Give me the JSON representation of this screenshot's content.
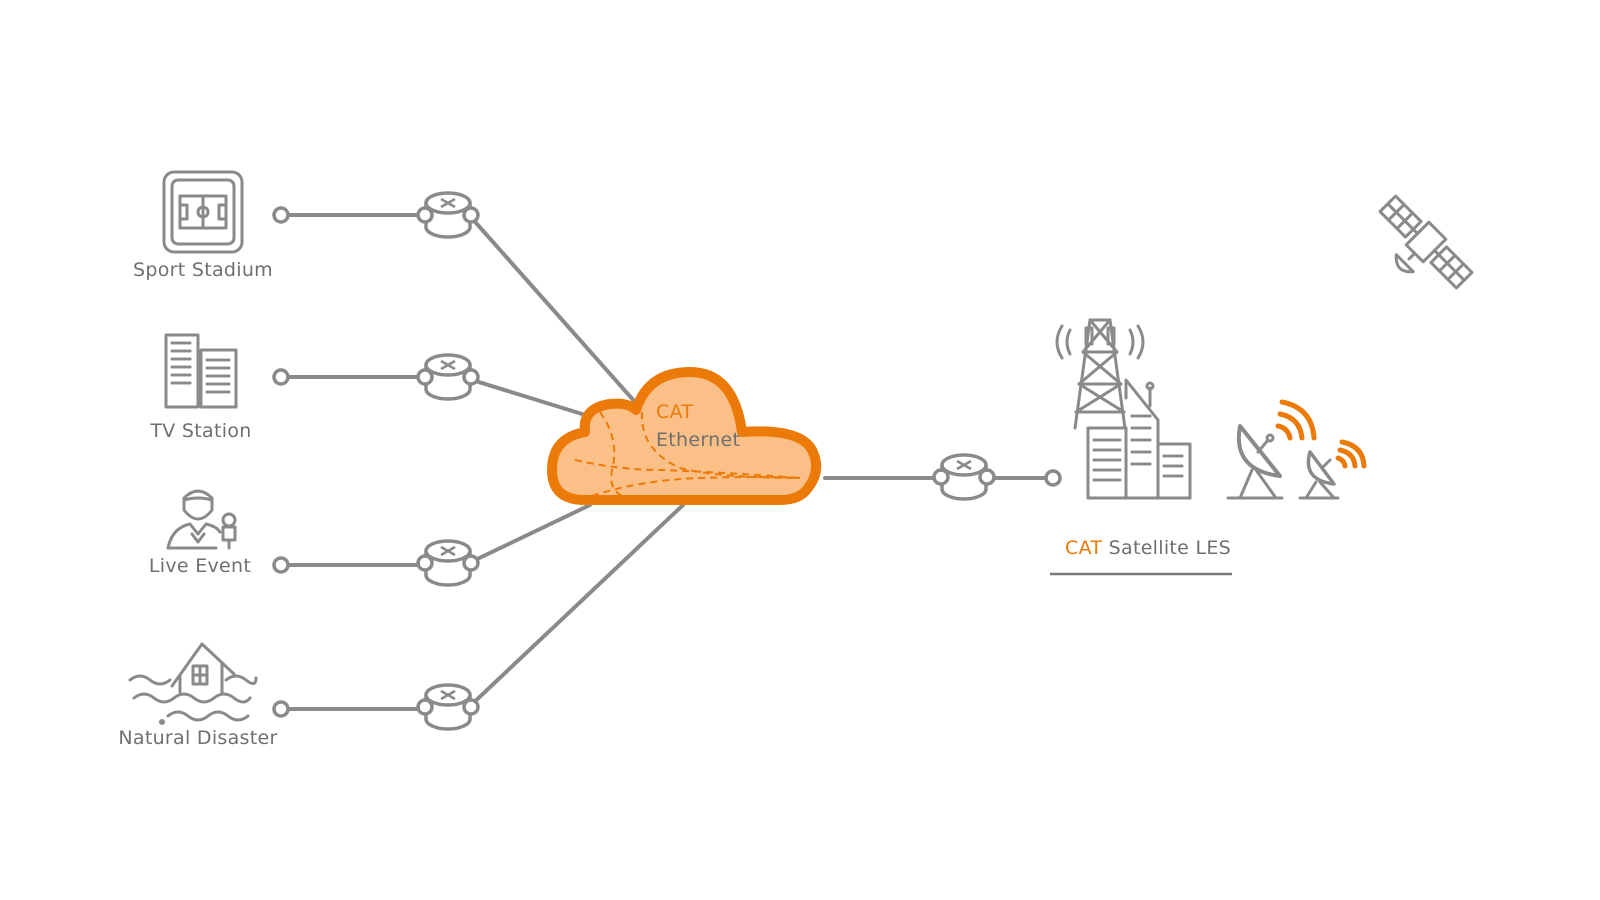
{
  "colors": {
    "accent": "#ec7a08",
    "cloud_fill": "#fbc088",
    "line": "#8a8a8a",
    "text": "#6f6f6f"
  },
  "sources": [
    {
      "label": "Sport Stadium",
      "icon": "stadium-icon"
    },
    {
      "label": "TV Station",
      "icon": "buildings-icon"
    },
    {
      "label": "Live Event",
      "icon": "reporter-icon"
    },
    {
      "label": "Natural Disaster",
      "icon": "flood-house-icon"
    }
  ],
  "cloud": {
    "line1": "CAT",
    "line2": "Ethernet",
    "icon": "cloud-icon"
  },
  "ground_station": {
    "label_accent": "CAT",
    "label_rest": " Satellite LES",
    "icons": [
      "cell-tower-icon",
      "satellite-dish-icon",
      "satellite-icon"
    ]
  },
  "router_icon": "router-icon"
}
